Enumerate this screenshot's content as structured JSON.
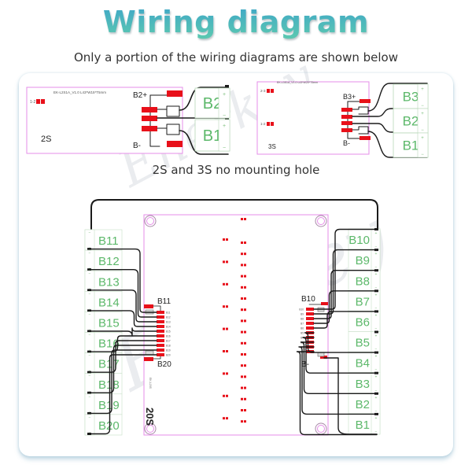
{
  "header": {
    "title": "Wiring diagram",
    "subtitle": "Only a portion of the wiring diagrams are shown below"
  },
  "note": "2S and 3S no mounting hole",
  "watermark": "Enerkey",
  "colors": {
    "accent": "#4cb8b0",
    "board_outline": "#e58ee8",
    "pad": "#e8101a",
    "battery_label": "#5cb86a",
    "wire": "#1a1a1a"
  },
  "board_2s": {
    "model": "EK-L2S1A_V1.0  L43*W15*T5mm",
    "label": "2S",
    "pin_label": "1-2",
    "top_terminal": "B2+",
    "bottom_terminal": "B-",
    "batteries": [
      "B2",
      "B1"
    ]
  },
  "board_3s": {
    "model": "EK-L3S1A_V1.0  L43*W20*T5mm",
    "label": "3S",
    "pin_labels": [
      "2-3",
      "1-2"
    ],
    "top_terminal": "B3+",
    "bottom_terminal": "B-",
    "batteries": [
      "B3",
      "B2",
      "B1"
    ]
  },
  "board_20s": {
    "label": "20S",
    "left_top_terminal": "B11",
    "left_bottom_terminal": "B20",
    "right_top_terminal": "B10",
    "right_bottom_terminal": "B-",
    "left_batteries": [
      "B11",
      "B12",
      "B13",
      "B14",
      "B15",
      "B16",
      "B17",
      "B18",
      "B19",
      "B20"
    ],
    "right_batteries": [
      "B10",
      "B9",
      "B8",
      "B7",
      "B6",
      "B5",
      "B4",
      "B3",
      "B2",
      "B1"
    ],
    "left_pin_labels": [
      "B11",
      "B12",
      "B13",
      "B14",
      "B15",
      "B16",
      "B17",
      "B18",
      "B19",
      "B20"
    ],
    "right_pin_labels": [
      "B10",
      "B9",
      "B8",
      "B7",
      "B6",
      "B5",
      "B4",
      "B3",
      "B2",
      "B1"
    ],
    "balance_resistor_count": 19
  }
}
